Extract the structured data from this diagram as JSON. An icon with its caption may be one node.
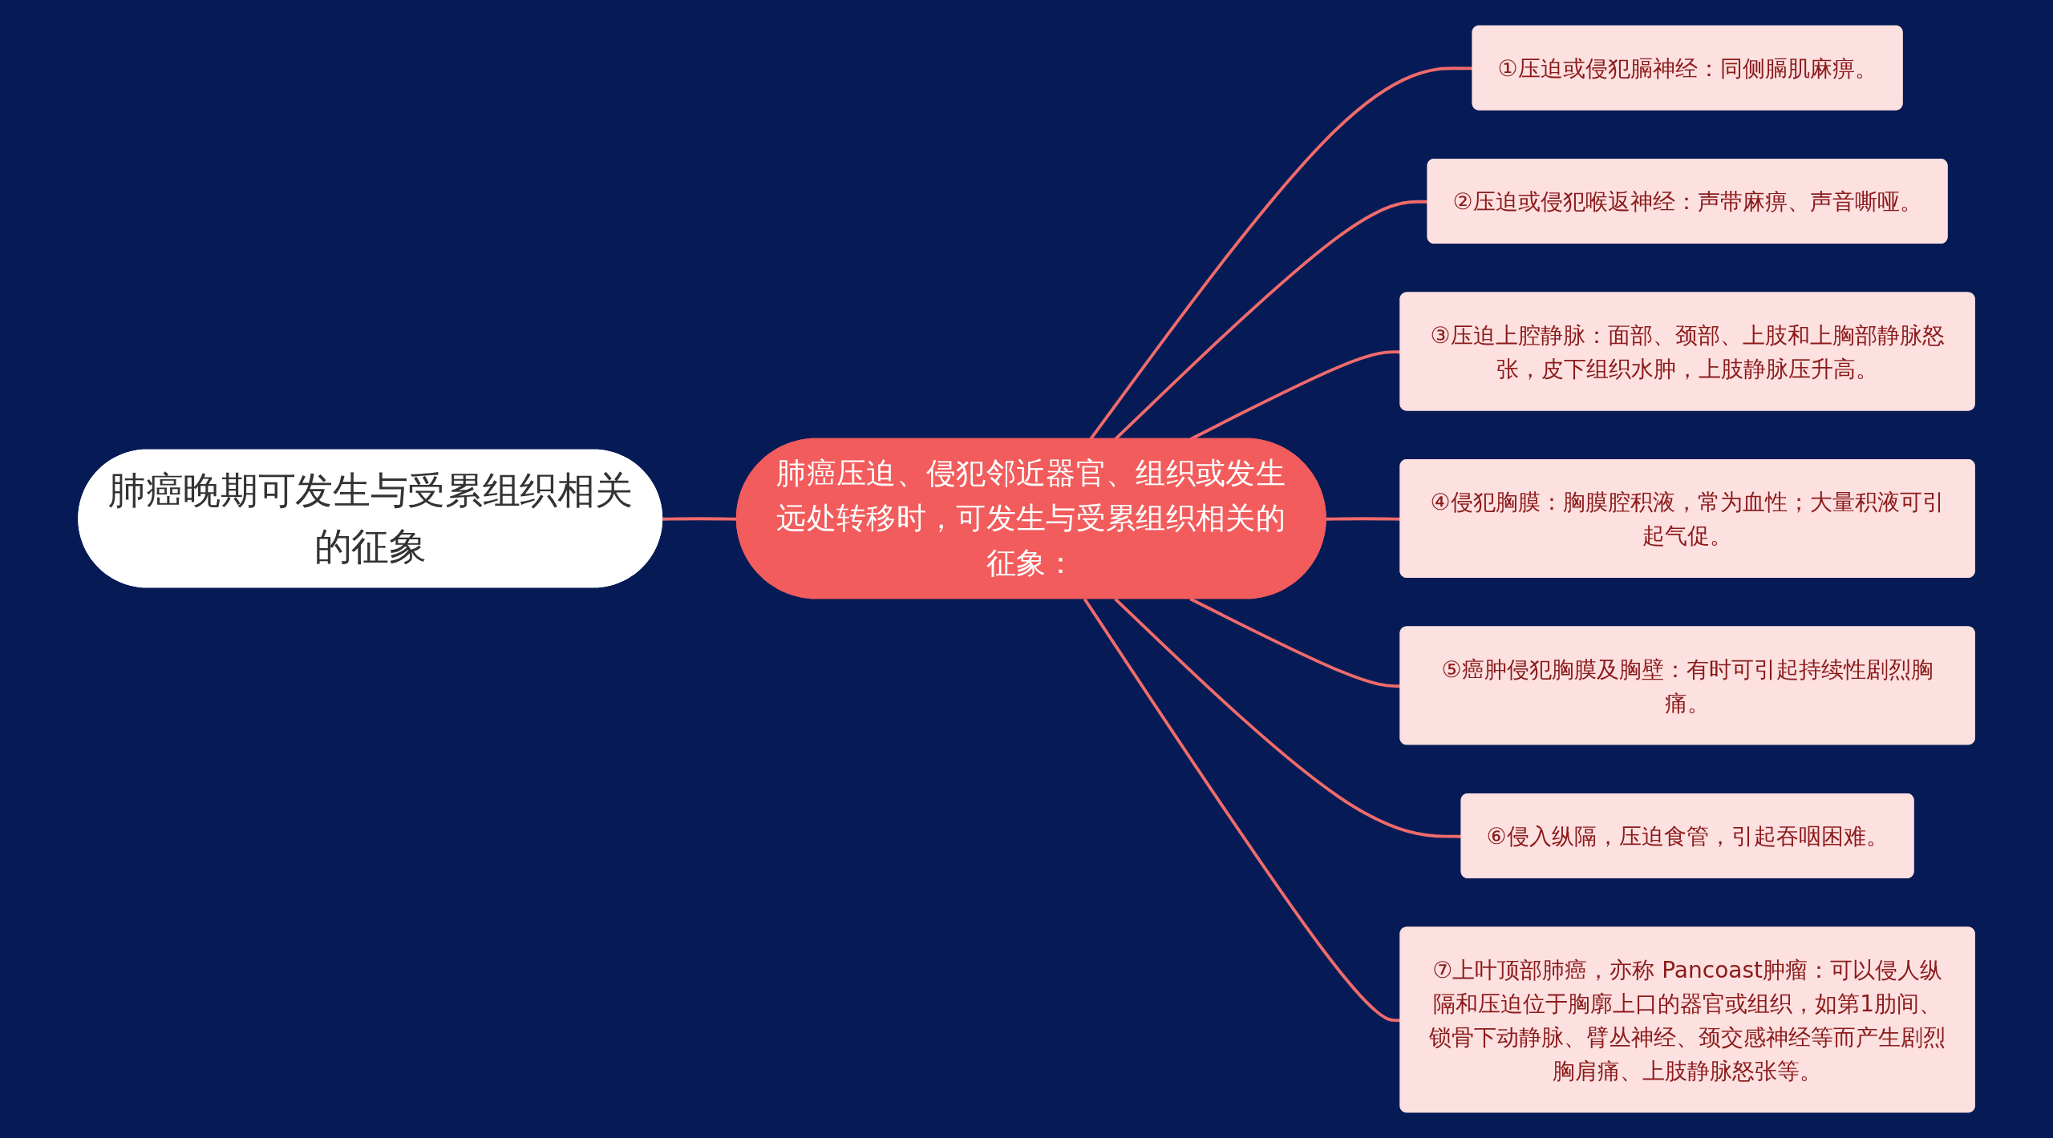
{
  "diagram": {
    "nodes": [
      {
        "text": [
          "肺癌晚期可发生与受累组织相关的征象"
        ]
      },
      {
        "text": [
          "肺癌压迫、侵犯邻近器官、组织或发生远处转移时，可发生与受累组织相关的征象："
        ]
      },
      {
        "text": [
          "①压迫或侵犯膈神经：同侧膈肌麻痹。"
        ]
      },
      {
        "text": [
          "②压迫或侵犯喉返神经：声带麻痹、声音嘶哑。"
        ]
      },
      {
        "text": [
          "③压迫上腔静脉：面部、颈部、上肢和上胸部静脉怒张，皮下组织水肿，上肢静脉压升高。"
        ]
      },
      {
        "text": [
          "④侵犯胸膜：胸膜腔积液，常为血性；大量积液可引起气促。"
        ]
      },
      {
        "text": [
          "⑤癌肿侵犯胸膜及胸壁：有时可引起持续性剧烈胸痛。"
        ]
      },
      {
        "text": [
          "⑥侵入纵隔，压迫食管，引起吞咽困难。"
        ]
      },
      {
        "text": [
          "⑦上叶顶部肺癌，亦称 Pancoast肿瘤：可以侵人纵隔和压迫位于胸廓上口的器官或组织，如第1肋间、锁骨下动静脉、臂丛神经、颈交感神经等而产生剧烈胸肩痛、上肢静脉怒张等。"
        ]
      }
    ],
    "edges": [
      {
        "from": 0,
        "to": 1,
        "arrow": "none"
      },
      {
        "from": 1,
        "to": 2,
        "arrow": "none"
      },
      {
        "from": 1,
        "to": 3,
        "arrow": "none"
      },
      {
        "from": 1,
        "to": 4,
        "arrow": "none"
      },
      {
        "from": 1,
        "to": 5,
        "arrow": "none"
      },
      {
        "from": 1,
        "to": 6,
        "arrow": "none"
      },
      {
        "from": 1,
        "to": 7,
        "arrow": "none"
      },
      {
        "from": 1,
        "to": 8,
        "arrow": "none"
      }
    ]
  }
}
